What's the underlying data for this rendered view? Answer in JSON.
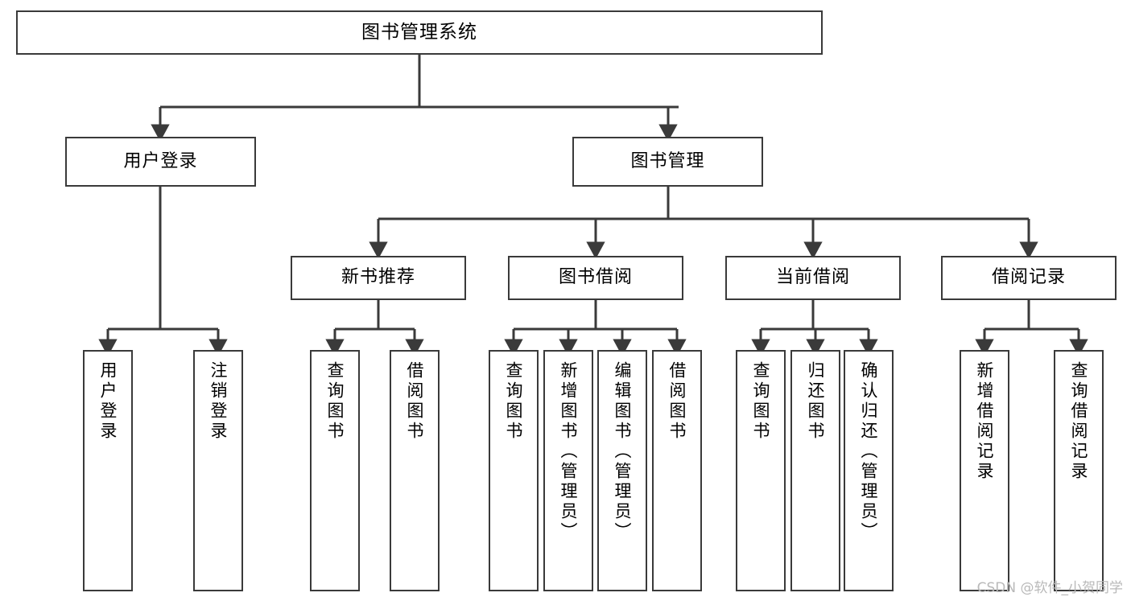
{
  "diagram": {
    "title": "图书管理系统",
    "type": "tree-hierarchy",
    "root": {
      "label": "图书管理系统"
    },
    "level2": [
      {
        "label": "用户登录"
      },
      {
        "label": "图书管理"
      }
    ],
    "level3": [
      {
        "label": "新书推荐"
      },
      {
        "label": "图书借阅"
      },
      {
        "label": "当前借阅"
      },
      {
        "label": "借阅记录"
      }
    ],
    "leaves": {
      "user_login": [
        {
          "label": "用户登录"
        },
        {
          "label": "注销登录"
        }
      ],
      "new_book_recommend": [
        {
          "label": "查询图书"
        },
        {
          "label": "借阅图书"
        }
      ],
      "book_borrow": [
        {
          "label": "查询图书"
        },
        {
          "label": "新增图书（管理员）"
        },
        {
          "label": "编辑图书（管理员）"
        },
        {
          "label": "借阅图书"
        }
      ],
      "current_borrow": [
        {
          "label": "查询图书"
        },
        {
          "label": "归还图书"
        },
        {
          "label": "确认归还（管理员）"
        }
      ],
      "borrow_record": [
        {
          "label": "新增借阅记录"
        },
        {
          "label": "查询借阅记录"
        }
      ]
    }
  },
  "watermark": {
    "text": "CSDN @软件_小贺同学"
  },
  "colors": {
    "stroke": "#3a3a3a",
    "fill": "#ffffff",
    "text": "#000000",
    "watermark": "#b9b9b9"
  }
}
